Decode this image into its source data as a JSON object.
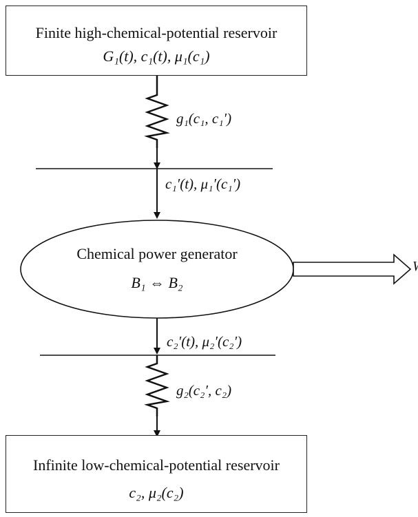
{
  "top_reservoir": {
    "title": "Finite high-chemical-potential reservoir",
    "vars": "G₁(t),   c₁(t),   μ₁(c₁)"
  },
  "upper_conductance": {
    "label": "g₁(c₁, c₁′)"
  },
  "upper_interface": {
    "label": "c₁′(t),   μ₁′(c₁′)"
  },
  "generator": {
    "title": "Chemical power generator",
    "reaction": "B₁ ⇔ B₂"
  },
  "work_output": {
    "label": "W"
  },
  "lower_interface": {
    "label": "c₂′(t),   μ₂′(c₂′)"
  },
  "lower_conductance": {
    "label": "g₂(c₂′, c₂)"
  },
  "bottom_reservoir": {
    "title": "Infinite low-chemical-potential reservoir",
    "vars": "c₂,   μ₂(c₂)"
  }
}
